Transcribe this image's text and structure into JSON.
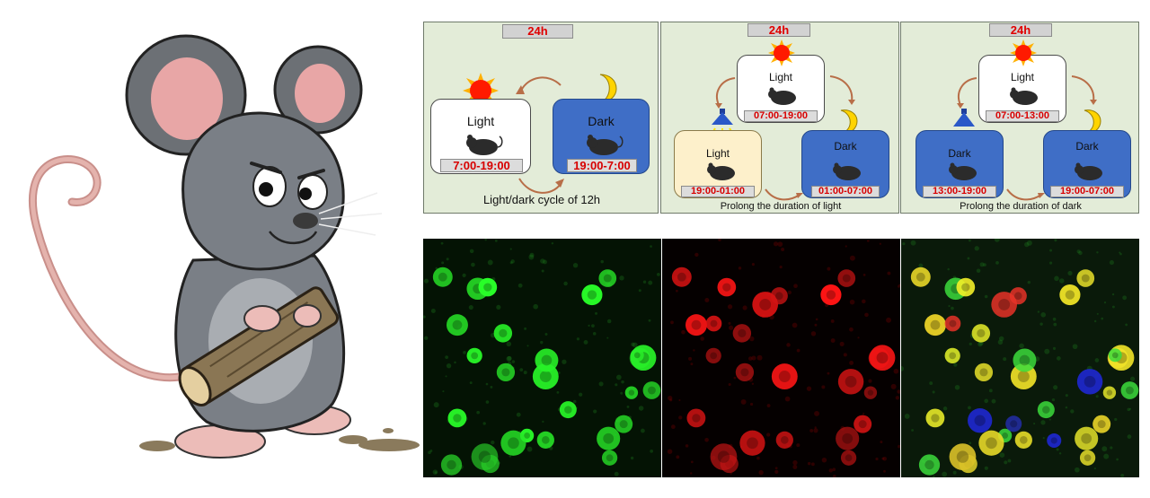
{
  "panels": {
    "normal": {
      "period": "24h",
      "light_label": "Light",
      "light_time": "7:00-19:00",
      "dark_label": "Dark",
      "dark_time": "19:00-7:00",
      "caption": "Light/dark cycle of 12h"
    },
    "prolong_light": {
      "period": "24h",
      "light_label": "Light",
      "light_time": "07:00-19:00",
      "extra_label": "Light",
      "extra_time": "19:00-01:00",
      "dark_label": "Dark",
      "dark_time": "01:00-07:00",
      "caption": "Prolong the duration of light"
    },
    "prolong_dark": {
      "period": "24h",
      "light_label": "Light",
      "light_time": "07:00-13:00",
      "extra_label": "Dark",
      "extra_time": "13:00-19:00",
      "dark_label": "Dark",
      "dark_time": "19:00-07:00",
      "caption": "Prolong the duration of dark"
    }
  },
  "colors": {
    "panel_bg": "#e3ecd8",
    "dark_box": "#3f6ec6",
    "extended_light_box": "#fdf0cb",
    "time_text": "#d80000",
    "sun": "#ff1a00",
    "moon": "#ffd400"
  },
  "icons": [
    "mouse-mascot-illustration",
    "sun-icon",
    "moon-icon",
    "lamp-icon",
    "mouse-icon",
    "cycle-arrow-icon"
  ],
  "microscopy": [
    "green-channel",
    "red-channel",
    "merged-channel"
  ]
}
